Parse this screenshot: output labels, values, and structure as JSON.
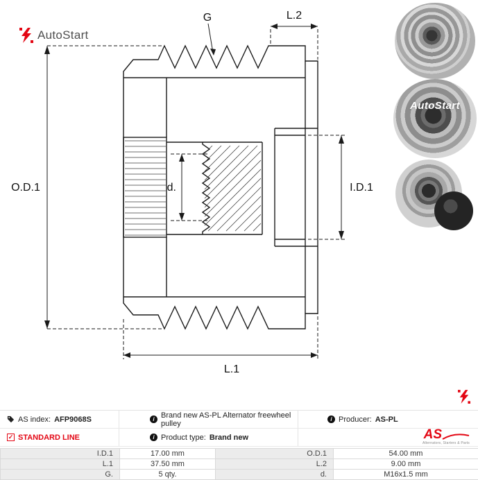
{
  "logo": {
    "text": "AutoStart"
  },
  "colors": {
    "accent": "#e30613"
  },
  "drawing": {
    "labels": {
      "g": "G",
      "l2": "L.2",
      "od1": "O.D.1",
      "d": "d.",
      "id1": "I.D.1",
      "l1": "L.1"
    }
  },
  "photos": {
    "watermark": "AutoStart"
  },
  "info": {
    "as_index": {
      "label": "AS index:",
      "value": "AFP9068S"
    },
    "standard_line": "STANDARD LINE",
    "description": "Brand new AS-PL Alternator freewheel pulley",
    "product_type": {
      "label": "Product type:",
      "value": "Brand new"
    },
    "producer": {
      "label": "Producer:",
      "value": "AS-PL"
    },
    "producer_logo": {
      "text": "AS",
      "tagline": "Alternators, Starters & Parts"
    }
  },
  "specs": {
    "rows": [
      {
        "k1": "I.D.1",
        "v1": "17.00 mm",
        "k2": "O.D.1",
        "v2": "54.00 mm"
      },
      {
        "k1": "L.1",
        "v1": "37.50 mm",
        "k2": "L.2",
        "v2": "9.00 mm"
      },
      {
        "k1": "G.",
        "v1": "5 qty.",
        "k2": "d.",
        "v2": "M16x1.5 mm"
      }
    ]
  }
}
